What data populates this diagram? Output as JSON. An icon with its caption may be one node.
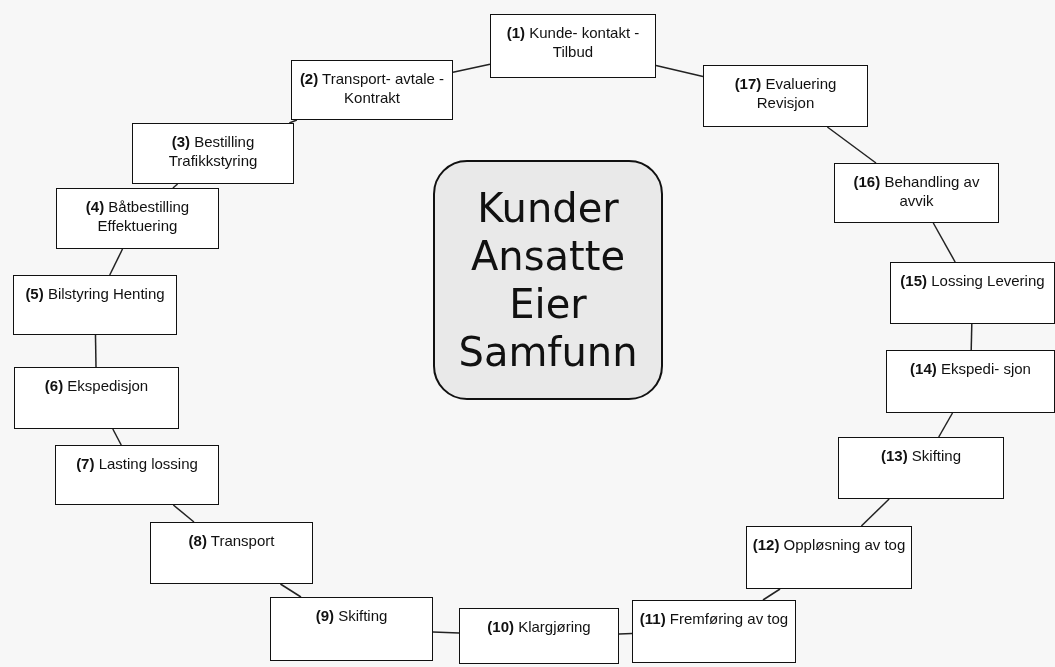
{
  "diagram": {
    "nodes": [
      {
        "text": [
          "**(1)** Kunde- kontakt - Tilbud"
        ]
      },
      {
        "text": [
          "**(2)** Transport- avtale - Kontrakt"
        ]
      },
      {
        "text": [
          "**(3)** Bestilling Trafikkstyring"
        ]
      },
      {
        "text": [
          "**(4)** Båtbestilling Effektuering"
        ]
      },
      {
        "text": [
          "**(5)** Bilstyring Henting"
        ]
      },
      {
        "text": [
          "**(6)** Ekspedisjon"
        ]
      },
      {
        "text": [
          "**(7)** Lasting lossing"
        ]
      },
      {
        "text": [
          "**(8)** Transport"
        ]
      },
      {
        "text": [
          "**(9)** Skifting"
        ]
      },
      {
        "text": [
          "**(10)** Klargjøring"
        ]
      },
      {
        "text": [
          "**(11)** Fremføring av tog"
        ]
      },
      {
        "text": [
          "**(12)** Oppløsning av tog"
        ]
      },
      {
        "text": [
          "**(13)** Skifting"
        ]
      },
      {
        "text": [
          "**(14)** Ekspedi- sjon"
        ]
      },
      {
        "text": [
          "**(15)** Lossing Levering"
        ]
      },
      {
        "text": [
          "**(16)** Behandling av avvik"
        ]
      },
      {
        "text": [
          "**(17)** Evaluering Revisjon"
        ]
      },
      {
        "text": [
          "Kunder Ansatte Eier Samfunn"
        ]
      }
    ],
    "edges": [
      {
        "from": 0,
        "to": 1,
        "arrow": "none"
      },
      {
        "from": 1,
        "to": 2,
        "arrow": "none"
      },
      {
        "from": 2,
        "to": 3,
        "arrow": "none"
      },
      {
        "from": 3,
        "to": 4,
        "arrow": "none"
      },
      {
        "from": 4,
        "to": 5,
        "arrow": "none"
      },
      {
        "from": 5,
        "to": 6,
        "arrow": "none"
      },
      {
        "from": 6,
        "to": 7,
        "arrow": "none"
      },
      {
        "from": 7,
        "to": 8,
        "arrow": "none"
      },
      {
        "from": 8,
        "to": 9,
        "arrow": "none"
      },
      {
        "from": 9,
        "to": 10,
        "arrow": "none"
      },
      {
        "from": 10,
        "to": 11,
        "arrow": "none"
      },
      {
        "from": 11,
        "to": 12,
        "arrow": "none"
      },
      {
        "from": 12,
        "to": 13,
        "arrow": "none"
      },
      {
        "from": 13,
        "to": 14,
        "arrow": "none"
      },
      {
        "from": 14,
        "to": 15,
        "arrow": "none"
      },
      {
        "from": 15,
        "to": 16,
        "arrow": "none"
      },
      {
        "from": 16,
        "to": 0,
        "arrow": "none"
      }
    ]
  }
}
